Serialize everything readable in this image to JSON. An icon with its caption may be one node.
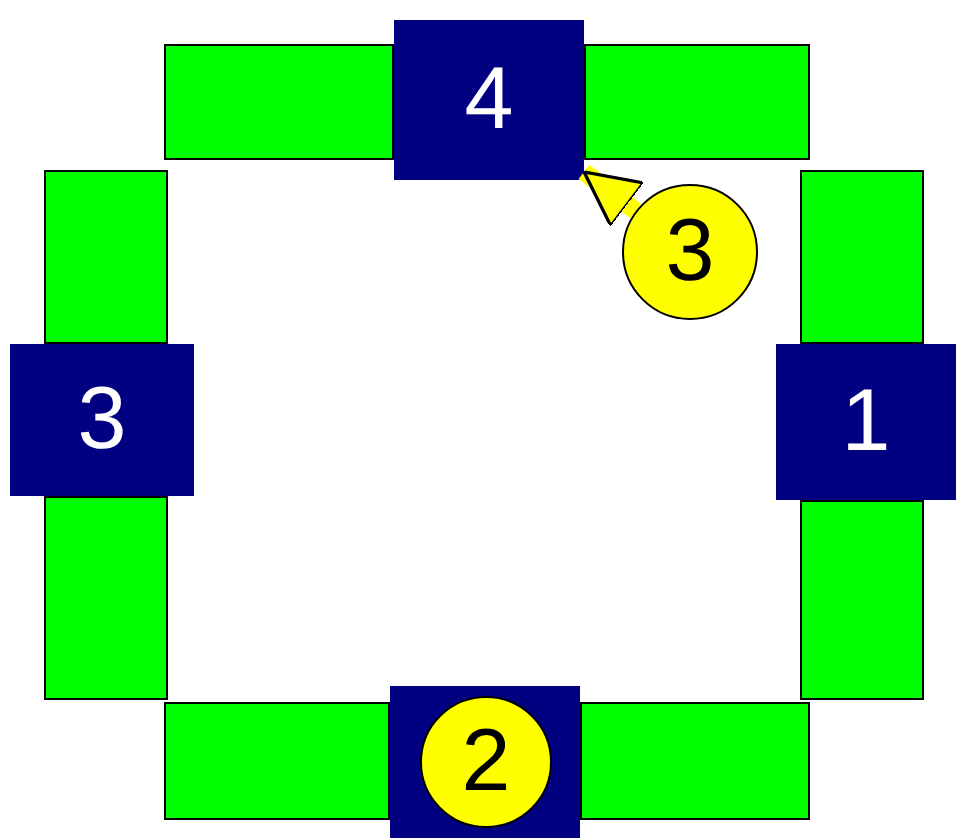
{
  "diagram": {
    "nodes": [
      {
        "text": [],
        "shape": "bar"
      },
      {
        "text": [
          "4"
        ]
      },
      {
        "text": [],
        "shape": "bar"
      },
      {
        "text": [
          "3"
        ]
      },
      {
        "text": [],
        "shape": "bar"
      },
      {
        "text": [
          "3"
        ]
      },
      {
        "text": [],
        "shape": "bar"
      },
      {
        "text": [],
        "shape": "bar"
      },
      {
        "text": [
          "1"
        ]
      },
      {
        "text": [],
        "shape": "bar"
      },
      {
        "text": [],
        "shape": "bar"
      },
      {
        "text": [],
        "shape": "box"
      },
      {
        "text": [
          "2"
        ],
        "in": 11
      },
      {
        "text": [],
        "shape": "bar"
      }
    ],
    "edges": [
      {
        "from": 3,
        "to": 1,
        "arrow": "to"
      }
    ]
  }
}
